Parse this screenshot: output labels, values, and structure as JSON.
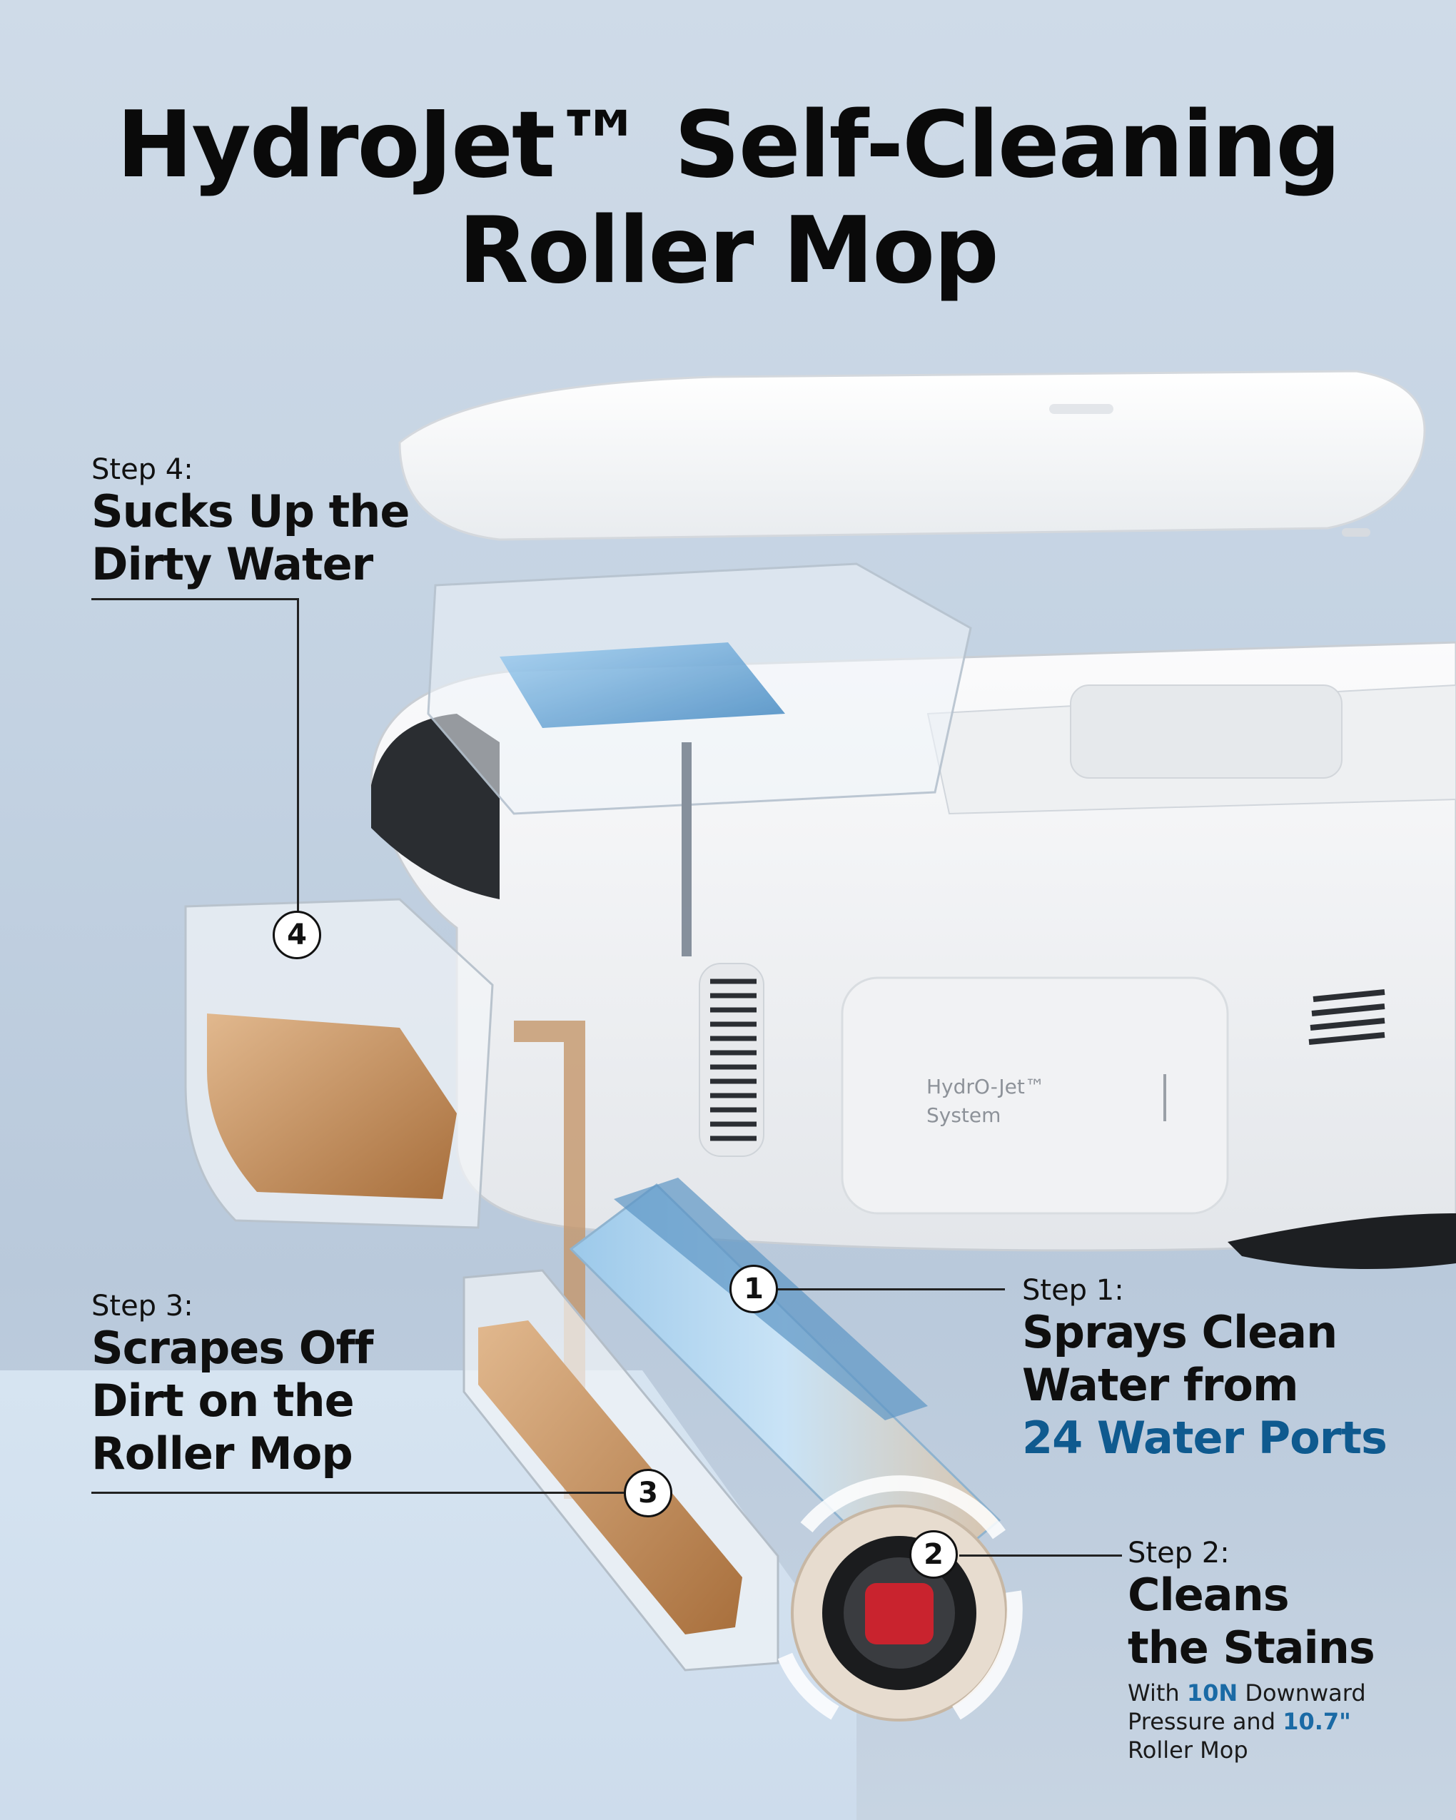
{
  "title": {
    "line1": "HydroJet™ Self-Cleaning",
    "line2": "Roller Mop"
  },
  "product_print": {
    "line1": "HydrO-Jet™",
    "line2": "System"
  },
  "steps": {
    "step4": {
      "label": "Step 4:",
      "head_line1": "Sucks Up the",
      "head_line2": "Dirty Water",
      "badge": "4"
    },
    "step3": {
      "label": "Step 3:",
      "head_line1": "Scrapes Off",
      "head_line2": "Dirt on the",
      "head_line3": "Roller Mop",
      "badge": "3"
    },
    "step1": {
      "label": "Step 1:",
      "head_line1": "Sprays Clean",
      "head_line2": "Water from",
      "head_line3": "24 Water Ports",
      "badge": "1"
    },
    "step2": {
      "label": "Step 2:",
      "head_line1": "Cleans",
      "head_line2": "the Stains",
      "badge": "2",
      "sub_prefix": "With",
      "sub_force": "10N",
      "sub_mid": "Downward",
      "sub_line2_prefix": "Pressure and",
      "sub_length": "10.7\"",
      "sub_line3": "Roller Mop"
    }
  },
  "colors": {
    "accent": "#0f5a8f",
    "sub_accent": "#1a6aa5",
    "robot_body": "#f4f5f6",
    "water_blue": "#7fb6e0",
    "dirty_water": "#c9915a",
    "roller_cap": "#c9232e"
  }
}
